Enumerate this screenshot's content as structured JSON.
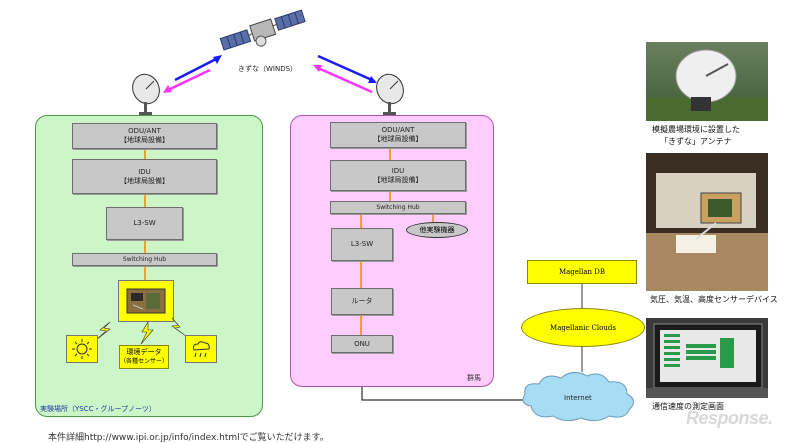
{
  "satellite": {
    "label": "きずな（WINDS）"
  },
  "left_site": {
    "odu_title": "ODU/ANT",
    "odu_sub": "【地球局設備】",
    "idu_title": "IDU",
    "idu_sub": "【地球局設備】",
    "l3sw": "L3-SW",
    "switching_hub": "Switching Hub",
    "env_data_title": "環境データ",
    "env_data_sub": "（各種センサー）",
    "footer": "実験場所（YSCC・グループノーツ）"
  },
  "right_site": {
    "odu_title": "ODU/ANT",
    "odu_sub": "【地球局設備】",
    "idu_title": "IDU",
    "idu_sub": "【地球局設備】",
    "switching_hub": "Switching Hub",
    "test_equipment": "他実験機器",
    "l3sw": "L3-SW",
    "router": "ルータ",
    "onu": "ONU",
    "footer": "群馬"
  },
  "cloud": {
    "magellan_db": "Magellan DB",
    "magellanic_clouds": "Magellanic Clouds",
    "internet": "Internet"
  },
  "photos": [
    {
      "caption_line1": "模擬農場環境に設置した",
      "caption_line2": "「きずな」アンテナ"
    },
    {
      "caption_line1": "気圧、気温、高度センサーデバイス"
    },
    {
      "caption_line1": "通信速度の測定画面"
    }
  ],
  "watermark": "Response.",
  "bottom_text": "本件詳細http://www.ipi.or.jp/info/index.htmlでご覧いただけます。",
  "colors": {
    "left_panel": "#ccf5c8",
    "right_panel": "#ffccff",
    "arrow_blue": "#1a1aff",
    "arrow_magenta": "#ff33ff",
    "line_orange": "#f0a030",
    "node_yellow": "#ffff00",
    "internet_cloud": "#a8dcf4"
  }
}
